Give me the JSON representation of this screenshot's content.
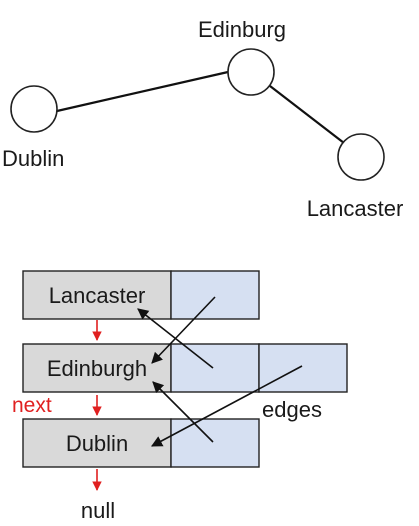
{
  "graph": {
    "nodes": [
      {
        "id": "edinburg",
        "label": "Edinburg"
      },
      {
        "id": "dublin",
        "label": "Dublin"
      },
      {
        "id": "lancaster",
        "label": "Lancaster"
      }
    ],
    "edges": [
      {
        "from": "dublin",
        "to": "edinburg"
      },
      {
        "from": "edinburg",
        "to": "lancaster"
      }
    ]
  },
  "list": {
    "cells": [
      {
        "label": "Lancaster"
      },
      {
        "label": "Edinburgh"
      },
      {
        "label": "Dublin"
      }
    ],
    "next_label": "next",
    "edges_label": "edges",
    "null_label": "null"
  },
  "colors": {
    "cell_fill": "#d9d9d9",
    "edge_cell_fill": "#d6e0f2",
    "next_arrow": "#e02020"
  }
}
